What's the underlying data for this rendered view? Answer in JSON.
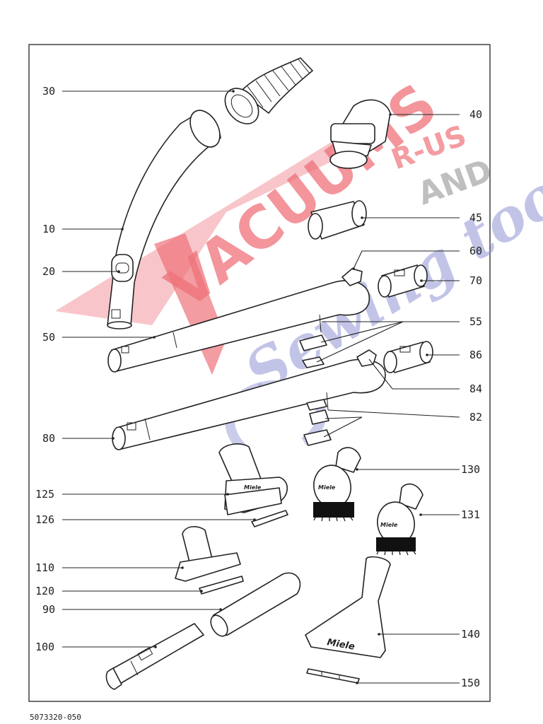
{
  "document": {
    "code": "5073320-050"
  },
  "watermark": {
    "line1": "VACUUMS",
    "line2": "R-US",
    "line3": "AND",
    "line4": "Sewing too",
    "color_red": "#e8424c",
    "color_blue": "#8a8fd1",
    "color_gray": "#8c8c8c"
  },
  "brand": {
    "miele": "Miele"
  },
  "callouts": [
    {
      "id": "30",
      "label": "30"
    },
    {
      "id": "40",
      "label": "40"
    },
    {
      "id": "10",
      "label": "10"
    },
    {
      "id": "45",
      "label": "45"
    },
    {
      "id": "20",
      "label": "20"
    },
    {
      "id": "60",
      "label": "60"
    },
    {
      "id": "70",
      "label": "70"
    },
    {
      "id": "50",
      "label": "50"
    },
    {
      "id": "55",
      "label": "55"
    },
    {
      "id": "86",
      "label": "86"
    },
    {
      "id": "84",
      "label": "84"
    },
    {
      "id": "82",
      "label": "82"
    },
    {
      "id": "80",
      "label": "80"
    },
    {
      "id": "130",
      "label": "130"
    },
    {
      "id": "125",
      "label": "125"
    },
    {
      "id": "131",
      "label": "131"
    },
    {
      "id": "126",
      "label": "126"
    },
    {
      "id": "110",
      "label": "110"
    },
    {
      "id": "120",
      "label": "120"
    },
    {
      "id": "90",
      "label": "90"
    },
    {
      "id": "140",
      "label": "140"
    },
    {
      "id": "100",
      "label": "100"
    },
    {
      "id": "150",
      "label": "150"
    }
  ]
}
